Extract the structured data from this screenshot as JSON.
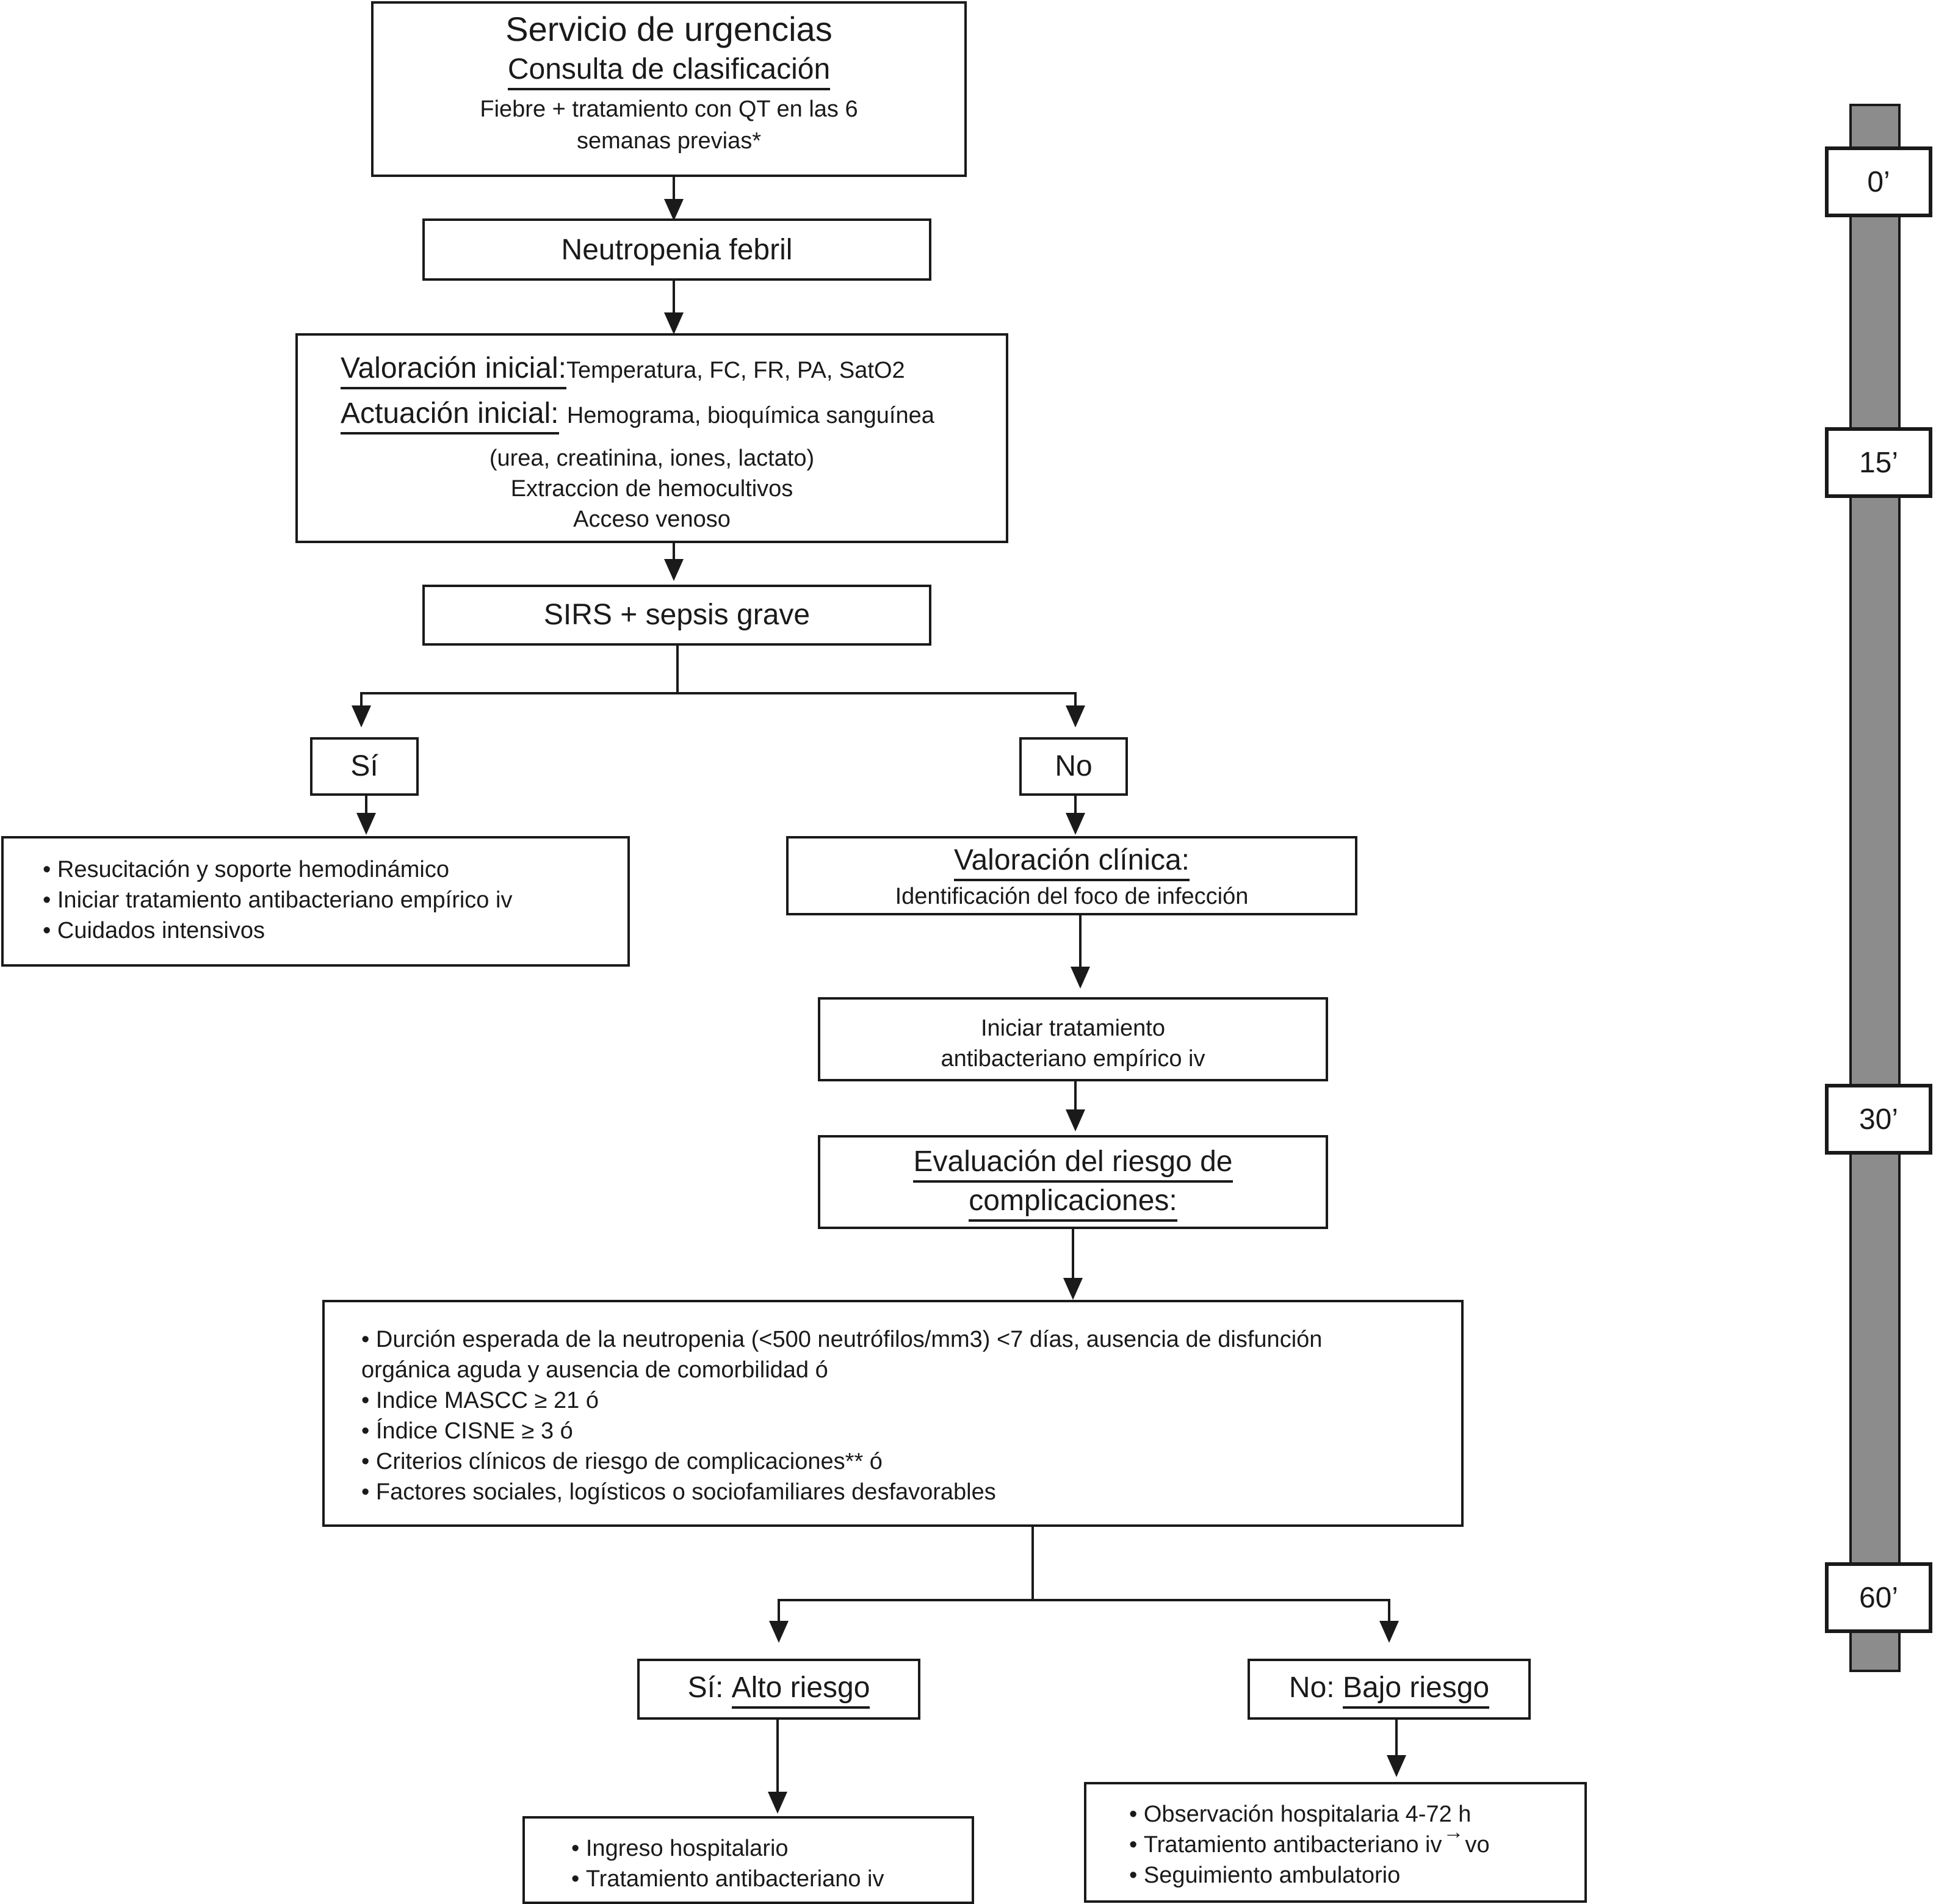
{
  "flowchart": {
    "triage": {
      "title": "Servicio de urgencias",
      "subtitle": "Consulta de clasificación",
      "line1": "Fiebre + tratamiento con QT en las 6",
      "line2": "semanas previas*"
    },
    "neutropenia": "Neutropenia febril",
    "initial": {
      "valoracion_label": "Valoración inicial:",
      "valoracion_text": "Temperatura, FC, FR, PA, SatO2",
      "actuacion_label": "Actuación inicial:",
      "actuacion_text": "Hemograma, bioquímica sanguínea",
      "line3": "(urea, creatinina, iones, lactato)",
      "line4": "Extraccion de hemocultivos",
      "line5": "Acceso venoso"
    },
    "sirs": "SIRS + sepsis grave",
    "branch_yes": "Sí",
    "branch_no": "No",
    "yes_actions": [
      "Resucitación y soporte hemodinámico",
      "Iniciar tratamiento antibacteriano empírico iv",
      "Cuidados intensivos"
    ],
    "clinical": {
      "title": "Valoración clínica:",
      "text": "Identificación del foco de infección"
    },
    "empiric": {
      "line1": "Iniciar tratamiento",
      "line2": "antibacteriano empírico iv"
    },
    "risk_eval": {
      "line1": "Evaluación del riesgo de",
      "line2": "complicaciones:"
    },
    "criteria": {
      "line1": "Durción esperada de la neutropenia (<500 neutrófilos/mm3) <7 días, ausencia de disfunción",
      "line2": "orgánica aguda y ausencia de comorbilidad ó",
      "items": [
        "Indice MASCC ≥ 21 ó",
        "Índice CISNE ≥ 3 ó",
        "Criterios clínicos de riesgo de complicaciones** ó",
        "Factores sociales, logísticos o sociofamiliares desfavorables"
      ]
    },
    "high_risk": {
      "prefix": "Sí:",
      "label": "Alto riesgo"
    },
    "low_risk": {
      "prefix": "No:",
      "label": "Bajo riesgo"
    },
    "high_actions": [
      "Ingreso hospitalario",
      "Tratamiento antibacteriano iv"
    ],
    "low_actions": {
      "item1": "Observación hospitalaria 4-72 h",
      "item2_a": "Tratamiento antibacteriano iv",
      "item2_b": "vo",
      "item3": "Seguimiento ambulatorio"
    }
  },
  "timeline": {
    "marks": [
      "0’",
      "15’",
      "30’",
      "60’"
    ]
  },
  "colors": {
    "line": "#1a1a1a",
    "timeline_bar": "#8c8c8c",
    "background": "#ffffff"
  }
}
